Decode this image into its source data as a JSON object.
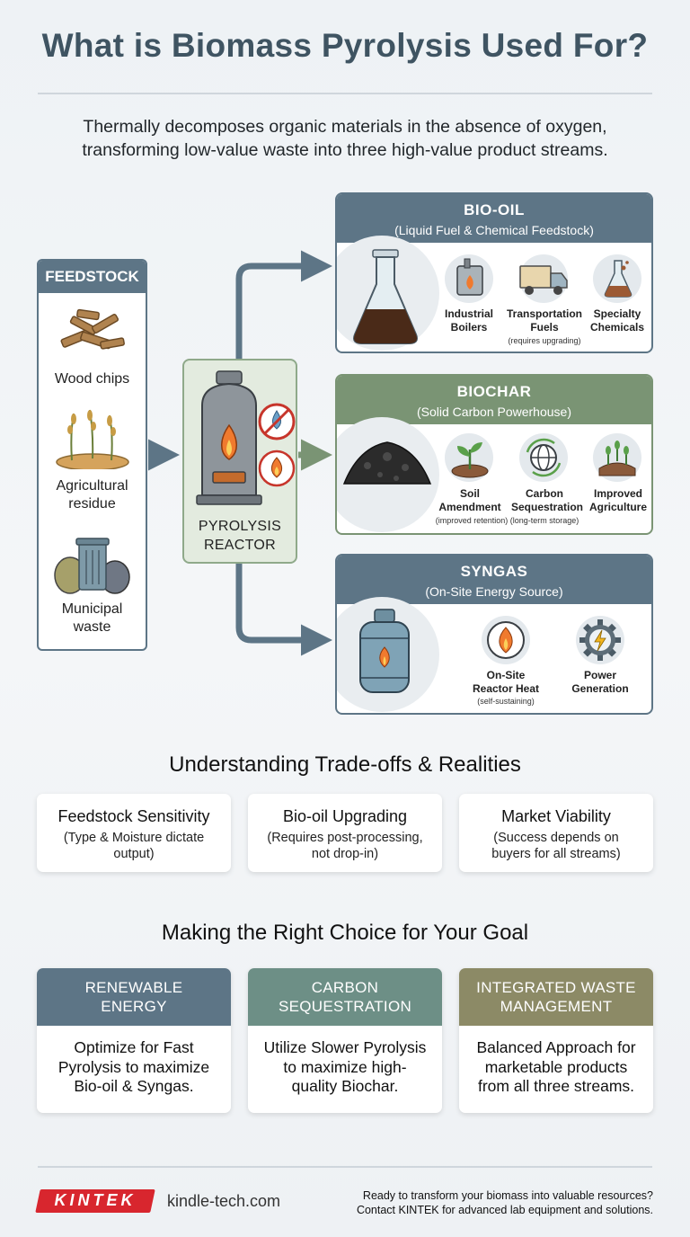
{
  "title": "What is Biomass Pyrolysis Used For?",
  "subtitle_line1": "Thermally decomposes organic materials in the absence of oxygen,",
  "subtitle_line2": "transforming low-value waste into three high-value product streams.",
  "feedstock": {
    "header": "FEEDSTOCK",
    "items": [
      {
        "label1": "Wood chips",
        "label2": "",
        "icon": "wood-chips-icon"
      },
      {
        "label1": "Agricultural",
        "label2": "residue",
        "icon": "wheat-icon"
      },
      {
        "label1": "Municipal",
        "label2": "waste",
        "icon": "trash-bin-icon"
      }
    ]
  },
  "reactor": {
    "line1": "PYROLYSIS",
    "line2": "REACTOR",
    "icons": [
      "reactor-icon",
      "no-oxygen-icon",
      "flame-icon"
    ]
  },
  "products": [
    {
      "title": "BIO-OIL",
      "subtitle": "(Liquid Fuel & Chemical Feedstock)",
      "color": "#5d7586",
      "main_icon": "flask-icon",
      "uses": [
        {
          "line1": "Industrial",
          "line2": "Boilers",
          "note": "",
          "icon": "boiler-icon"
        },
        {
          "line1": "Transportation",
          "line2": "Fuels",
          "note": "(requires upgrading)",
          "icon": "truck-icon"
        },
        {
          "line1": "Specialty",
          "line2": "Chemicals",
          "note": "",
          "icon": "chemicals-flask-icon"
        }
      ]
    },
    {
      "title": "BIOCHAR",
      "subtitle": "(Solid Carbon Powerhouse)",
      "color": "#7a9474",
      "main_icon": "biochar-pile-icon",
      "uses": [
        {
          "line1": "Soil",
          "line2": "Amendment",
          "note": "(improved retention)",
          "icon": "sprout-icon"
        },
        {
          "line1": "Carbon",
          "line2": "Sequestration",
          "note": "(long-term storage)",
          "icon": "globe-cycle-icon"
        },
        {
          "line1": "Improved",
          "line2": "Agriculture",
          "note": "",
          "icon": "crops-icon"
        }
      ]
    },
    {
      "title": "SYNGAS",
      "subtitle": "(On-Site Energy Source)",
      "color": "#5d7586",
      "main_icon": "gas-tank-icon",
      "uses": [
        {
          "line1": "On-Site",
          "line2": "Reactor Heat",
          "note": "(self-sustaining)",
          "icon": "heat-flame-icon"
        },
        {
          "line1": "Power",
          "line2": "Generation",
          "note": "",
          "icon": "power-gear-icon"
        }
      ]
    }
  ],
  "tradeoffs": {
    "header": "Understanding Trade-offs & Realities",
    "cards": [
      {
        "title": "Feedstock Sensitivity",
        "line1": "(Type & Moisture dictate",
        "line2": "output)"
      },
      {
        "title": "Bio-oil Upgrading",
        "line1": "(Requires post-processing,",
        "line2": "not drop-in)"
      },
      {
        "title": "Market Viability",
        "line1": "(Success depends on",
        "line2": "buyers for all streams)"
      }
    ]
  },
  "choices": {
    "header": "Making the Right Choice for Your Goal",
    "cards": [
      {
        "h1": "RENEWABLE",
        "h2": "ENERGY",
        "color": "#5d7586",
        "b1": "Optimize for Fast",
        "b2": "Pyrolysis to maximize",
        "b3": "Bio-oil & Syngas."
      },
      {
        "h1": "CARBON",
        "h2": "SEQUESTRATION",
        "color": "#6d8f86",
        "b1": "Utilize Slower Pyrolysis",
        "b2": "to maximize high-",
        "b3": "quality Biochar."
      },
      {
        "h1": "INTEGRATED WASTE",
        "h2": "MANAGEMENT",
        "color": "#8c8a66",
        "b1": "Balanced Approach for",
        "b2": "marketable products",
        "b3": "from all three streams."
      }
    ]
  },
  "footer": {
    "logo": "KINTEK",
    "site": "kindle-tech.com",
    "cta1": "Ready to transform your biomass into valuable resources?",
    "cta2": "Contact KINTEK for advanced lab equipment and solutions."
  }
}
